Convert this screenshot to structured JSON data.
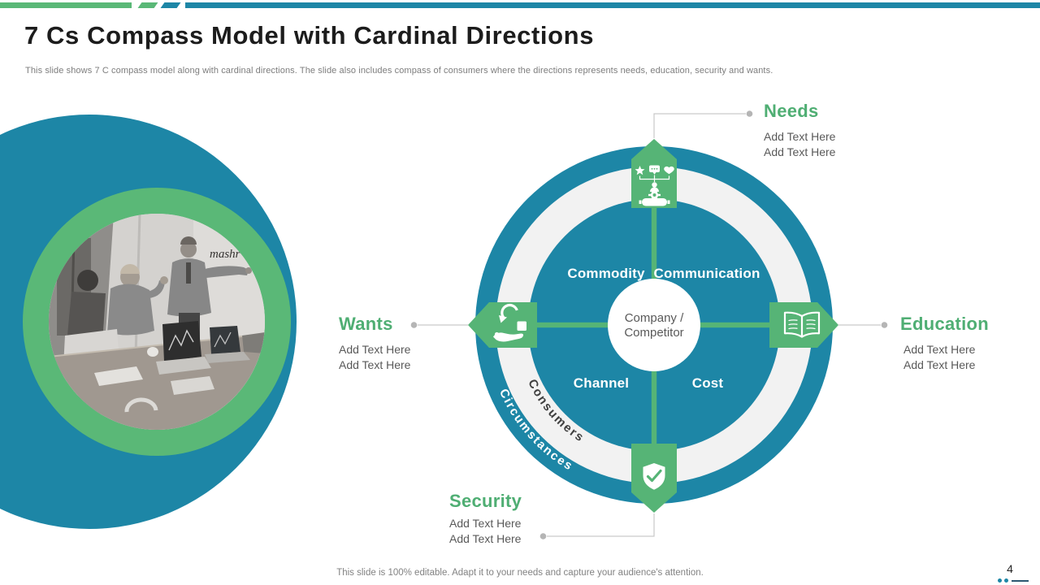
{
  "header": {
    "title": "7 Cs Compass Model with Cardinal Directions",
    "subtitle": "This slide shows 7 C compass model along with cardinal directions. The slide also includes compass of consumers where the directions represents needs, education, security and wants."
  },
  "compass": {
    "center": {
      "line1": "Company /",
      "line2": "Competitor"
    },
    "quadrants": [
      {
        "label": "Commodity"
      },
      {
        "label": "Communication"
      },
      {
        "label": "Channel"
      },
      {
        "label": "Cost"
      }
    ],
    "ring_texts": {
      "inner": "Consumers",
      "outer": "Circumstances"
    },
    "directions": [
      {
        "id": "north",
        "label": "Needs",
        "icon": "customer-needs-icon",
        "items": [
          "Add Text Here",
          "Add Text Here"
        ]
      },
      {
        "id": "east",
        "label": "Education",
        "icon": "open-book-icon",
        "items": [
          "Add Text Here",
          "Add Text Here"
        ]
      },
      {
        "id": "south",
        "label": "Security",
        "icon": "shield-check-icon",
        "items": [
          "Add Text Here",
          "Add Text Here"
        ]
      },
      {
        "id": "west",
        "label": "Wants",
        "icon": "hand-refresh-icon",
        "items": [
          "Add Text Here",
          "Add Text Here"
        ]
      }
    ]
  },
  "photo": {
    "wall_text": "mashr"
  },
  "footer": {
    "note": "This slide is 100% editable. Adapt it to your needs and capture your audience's attention.",
    "page_number": "4"
  },
  "colors": {
    "teal": "#1d86a6",
    "green": "#56b476",
    "green_text": "#4fae73",
    "ring_gray": "#f2f2f2"
  }
}
